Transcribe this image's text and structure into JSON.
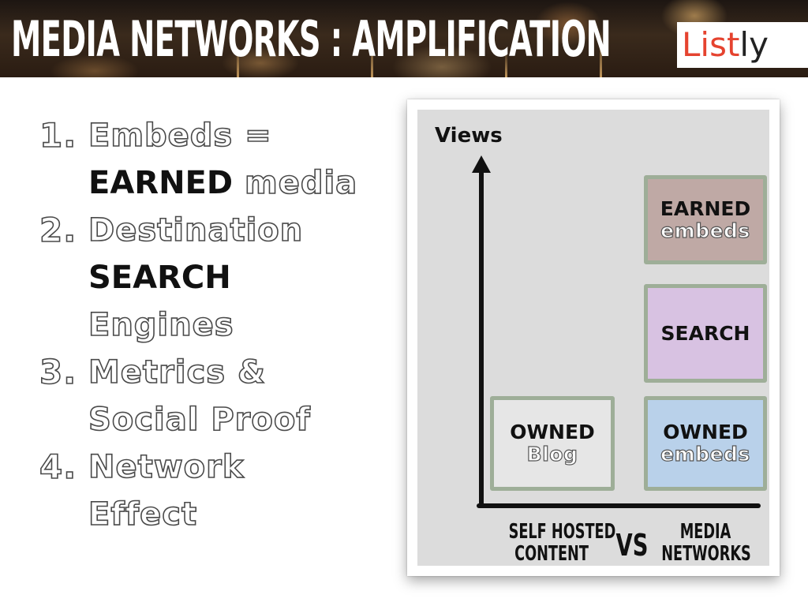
{
  "header": {
    "title": "MEDIA NETWORKS : AMPLIFICATION",
    "brand": {
      "part1": "List",
      "part2": "ly"
    }
  },
  "list": [
    {
      "number": "1.",
      "lines": [
        [
          {
            "text": "Embeds =",
            "style": "outline"
          }
        ],
        [
          {
            "text": "EARNED",
            "style": "solid"
          },
          {
            "text": " media",
            "style": "outline"
          }
        ]
      ]
    },
    {
      "number": "2.",
      "lines": [
        [
          {
            "text": "Destination",
            "style": "outline"
          }
        ],
        [
          {
            "text": "SEARCH",
            "style": "solid"
          }
        ],
        [
          {
            "text": "Engines",
            "style": "outline"
          }
        ]
      ]
    },
    {
      "number": "3.",
      "lines": [
        [
          {
            "text": "Metrics &",
            "style": "outline"
          }
        ],
        [
          {
            "text": "Social Proof",
            "style": "outline"
          }
        ]
      ]
    },
    {
      "number": "4.",
      "lines": [
        [
          {
            "text": "Network",
            "style": "outline"
          }
        ],
        [
          {
            "text": "Effect",
            "style": "outline"
          }
        ]
      ]
    }
  ],
  "diagram": {
    "y_axis_label": "Views",
    "boxes": {
      "owned_blog": {
        "title": "OWNED",
        "subtitle": "Blog",
        "color": "#e6e6e6"
      },
      "owned_embeds": {
        "title": "OWNED",
        "subtitle": "embeds",
        "color": "#b9d1ea"
      },
      "search": {
        "title": "SEARCH",
        "subtitle": "",
        "color": "#d8c2e2"
      },
      "earned_embeds": {
        "title": "EARNED",
        "subtitle": "embeds",
        "color": "#bfa9a5"
      }
    },
    "x_labels": {
      "left_line1": "SELF HOSTED",
      "left_line2": "CONTENT",
      "vs": "VS",
      "right_line1": "MEDIA",
      "right_line2": "NETWORKS"
    }
  }
}
